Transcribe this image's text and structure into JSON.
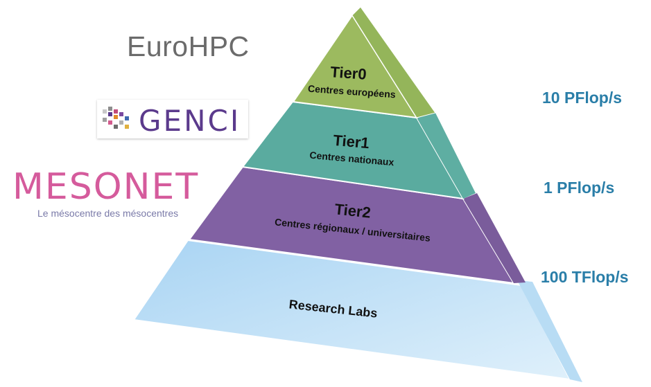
{
  "logos": {
    "eurohpc": "EuroHPC",
    "genci": "GENCI",
    "mesonet_word": "MESONET",
    "mesonet_tagline": "Le mésocentre des mésocentres"
  },
  "tiers": [
    {
      "title": "Tier0",
      "subtitle": "Centres européens",
      "color": "#9cba5f"
    },
    {
      "title": "Tier1",
      "subtitle": "Centres nationaux",
      "color": "#5aab9f"
    },
    {
      "title": "Tier2",
      "subtitle": "Centres régionaux / universitaires",
      "color": "#8161a3"
    },
    {
      "title": "Research Labs",
      "subtitle": "",
      "color": "#a9d4f3"
    }
  ],
  "performance": [
    "10 PFlop/s",
    "1 PFlop/s",
    "100 TFlop/s"
  ],
  "colors": {
    "performance_text": "#2a7ea8",
    "genci": "#5b3a8c",
    "mesonet": "#d55b9c"
  }
}
